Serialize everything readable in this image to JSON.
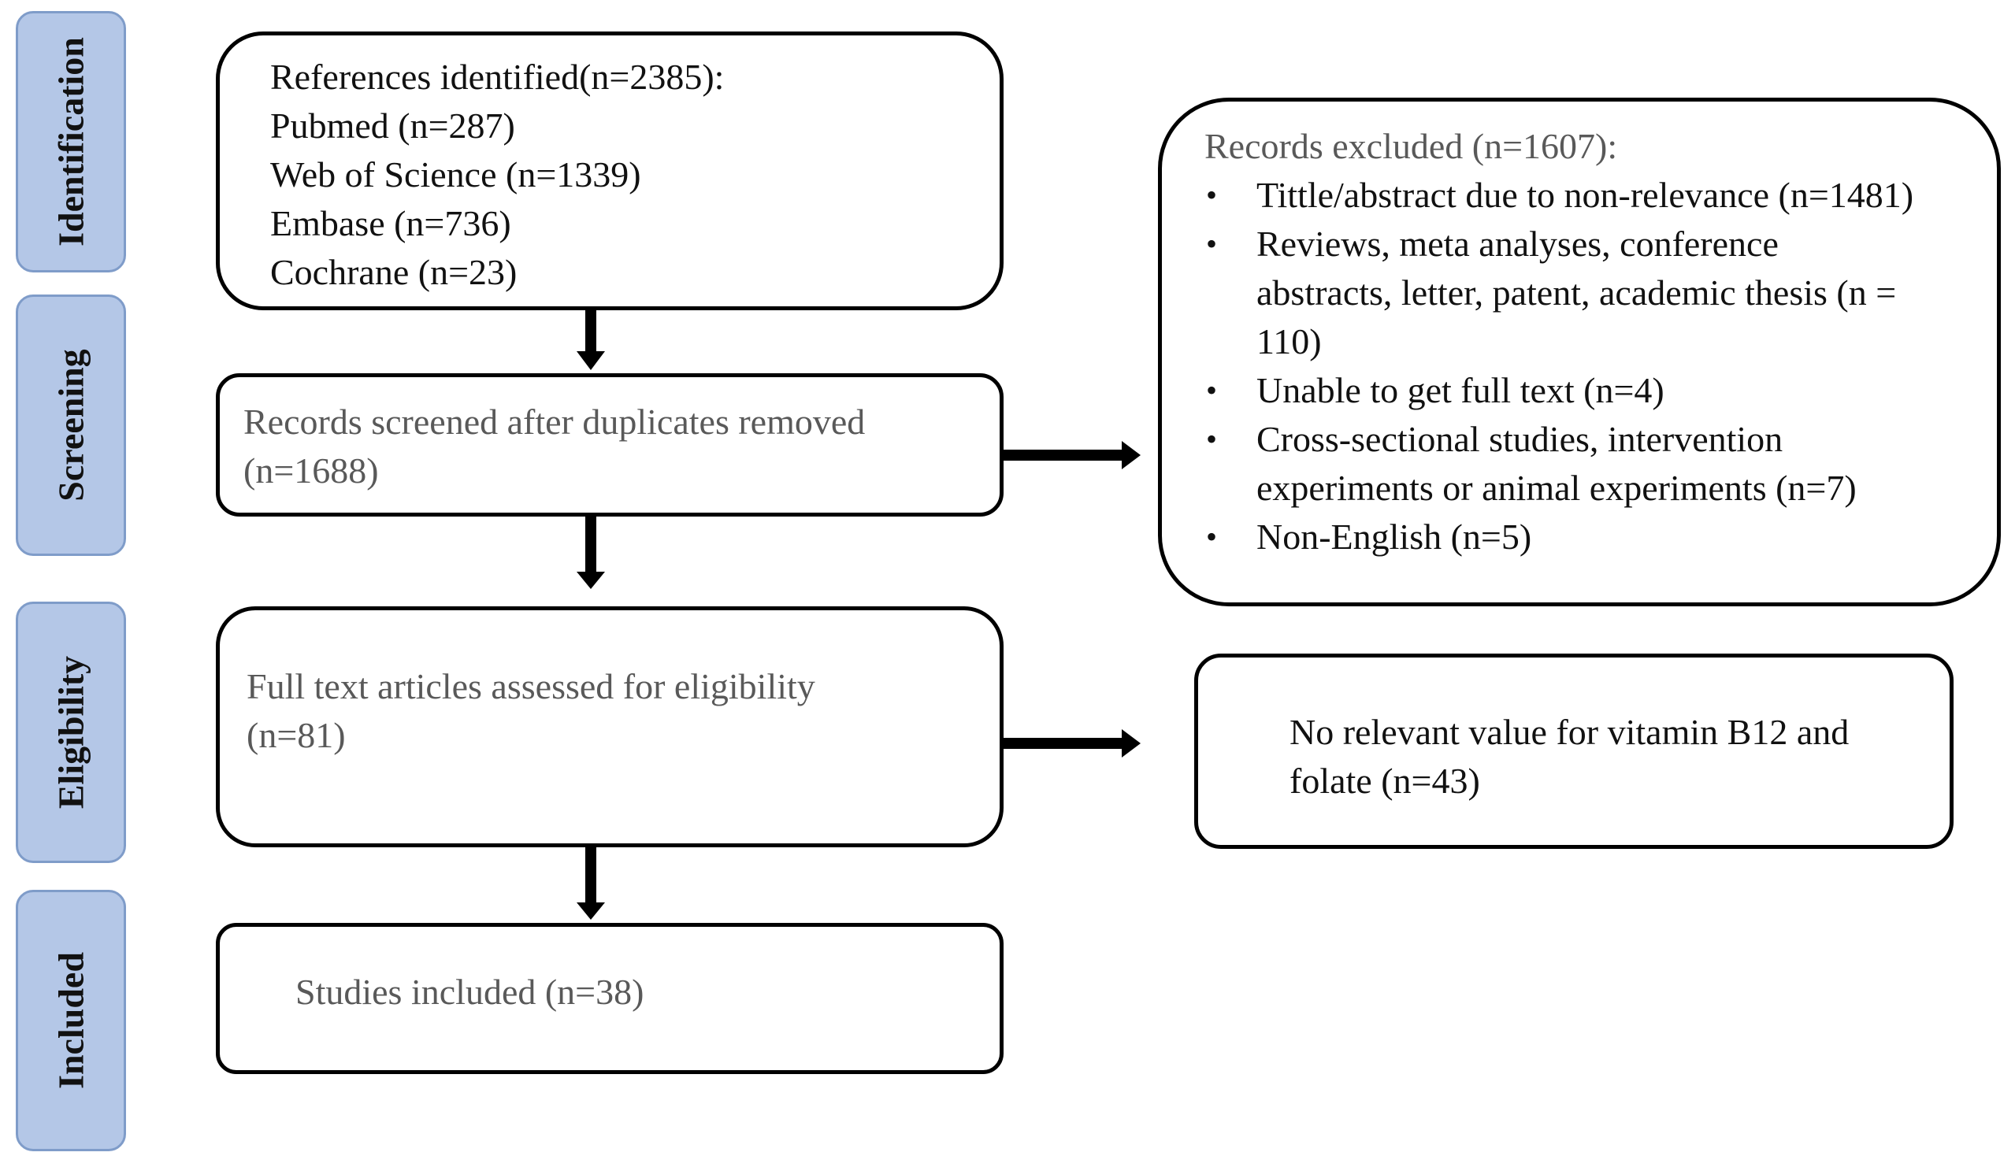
{
  "stages": [
    {
      "label": "Identification"
    },
    {
      "label": "Screening"
    },
    {
      "label": "Eligibility"
    },
    {
      "label": "Included"
    }
  ],
  "identification_box": {
    "lines": [
      "References identified(n=2385):",
      "Pubmed (n=287)",
      "Web of Science (n=1339)",
      "Embase (n=736)",
      "Cochrane (n=23)"
    ]
  },
  "screening_box": {
    "lines": [
      "Records screened after duplicates removed",
      "(n=1688)"
    ]
  },
  "eligibility_box": {
    "lines": [
      "Full text articles assessed for eligibility",
      "(n=81)"
    ]
  },
  "included_box": {
    "lines": [
      "Studies included (n=38)"
    ]
  },
  "excluded_records_box": {
    "title": "Records excluded (n=1607):",
    "items": [
      {
        "lines": [
          "Tittle/abstract due to non-relevance (n=1481)"
        ]
      },
      {
        "lines": [
          "Reviews, meta analyses,  conference",
          "abstracts, letter, patent, academic thesis (n =",
          "110)"
        ]
      },
      {
        "lines": [
          "Unable to get full text (n=4)"
        ]
      },
      {
        "lines": [
          "Cross-sectional studies, intervention",
          "experiments or animal experiments (n=7)"
        ]
      },
      {
        "lines": [
          "Non-English  (n=5)"
        ]
      }
    ]
  },
  "excluded_fulltext_box": {
    "lines": [
      "No relevant value for vitamin B12 and",
      "folate (n=43)"
    ]
  },
  "colors": {
    "stage_fill": "#b4c7e7",
    "stage_border": "#7f9cc9",
    "box_border": "#000000",
    "grey_text": "#595959"
  }
}
